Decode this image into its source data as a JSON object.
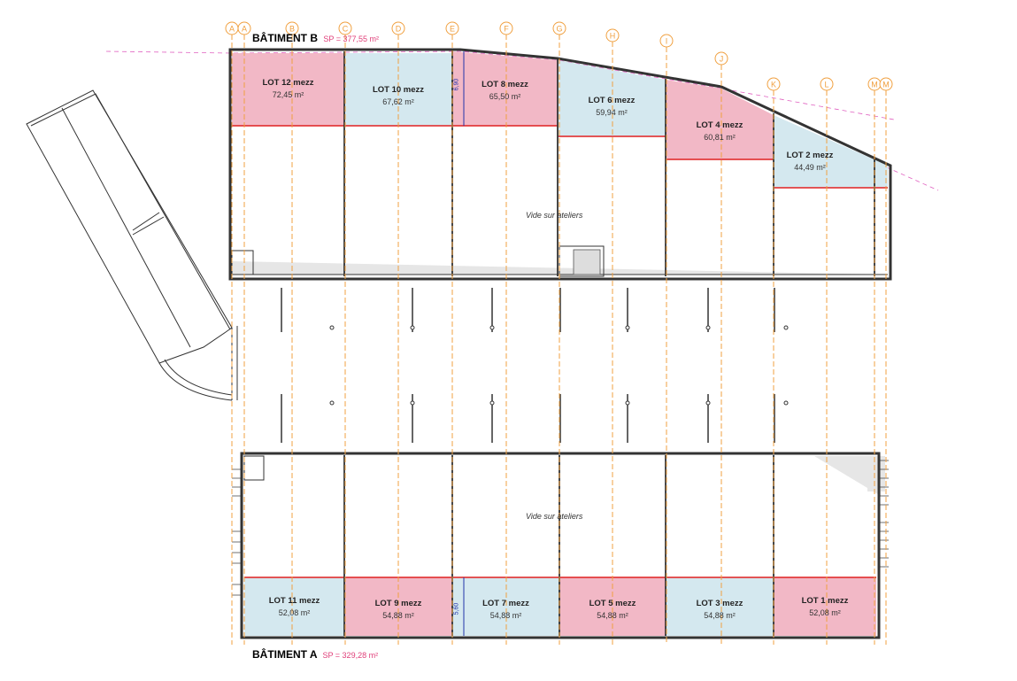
{
  "building_b": {
    "name": "BÂTIMENT B",
    "sp": "SP = 377,55 m²"
  },
  "building_a": {
    "name": "BÂTIMENT A",
    "sp": "SP = 329,28 m²"
  },
  "vide_label": "Vide sur ateliers",
  "dimensions": {
    "lot8_depth": "6,90",
    "lot7_depth": "5,60"
  },
  "grid_axes": [
    "A",
    "A",
    "B",
    "C",
    "D",
    "E",
    "F",
    "G",
    "H",
    "I",
    "J",
    "K",
    "L",
    "M",
    "M"
  ],
  "lots_b": [
    {
      "name": "LOT 12 mezz",
      "area": "72,45 m²",
      "fill": "pink"
    },
    {
      "name": "LOT 10 mezz",
      "area": "67,62 m²",
      "fill": "blue"
    },
    {
      "name": "LOT 8 mezz",
      "area": "65,50 m²",
      "fill": "pink"
    },
    {
      "name": "LOT 6 mezz",
      "area": "59,94 m²",
      "fill": "blue"
    },
    {
      "name": "LOT 4 mezz",
      "area": "60,81 m²",
      "fill": "pink"
    },
    {
      "name": "LOT 2 mezz",
      "area": "44,49 m²",
      "fill": "blue"
    }
  ],
  "lots_a": [
    {
      "name": "LOT 11 mezz",
      "area": "52,08 m²",
      "fill": "blue"
    },
    {
      "name": "LOT 9 mezz",
      "area": "54,88 m²",
      "fill": "pink"
    },
    {
      "name": "LOT 7 mezz",
      "area": "54,88 m²",
      "fill": "blue"
    },
    {
      "name": "LOT 5 mezz",
      "area": "54,88 m²",
      "fill": "pink"
    },
    {
      "name": "LOT 3 mezz",
      "area": "54,88 m²",
      "fill": "blue"
    },
    {
      "name": "LOT 1 mezz",
      "area": "52,08 m²",
      "fill": "pink"
    }
  ],
  "colors": {
    "pink": "#f2b8c6",
    "blue": "#d4e8ef",
    "axis": "#f0a040",
    "wall": "#333333",
    "red_line": "#e02020",
    "magenta_dash": "#e060c0",
    "dimension": "#2233aa"
  }
}
